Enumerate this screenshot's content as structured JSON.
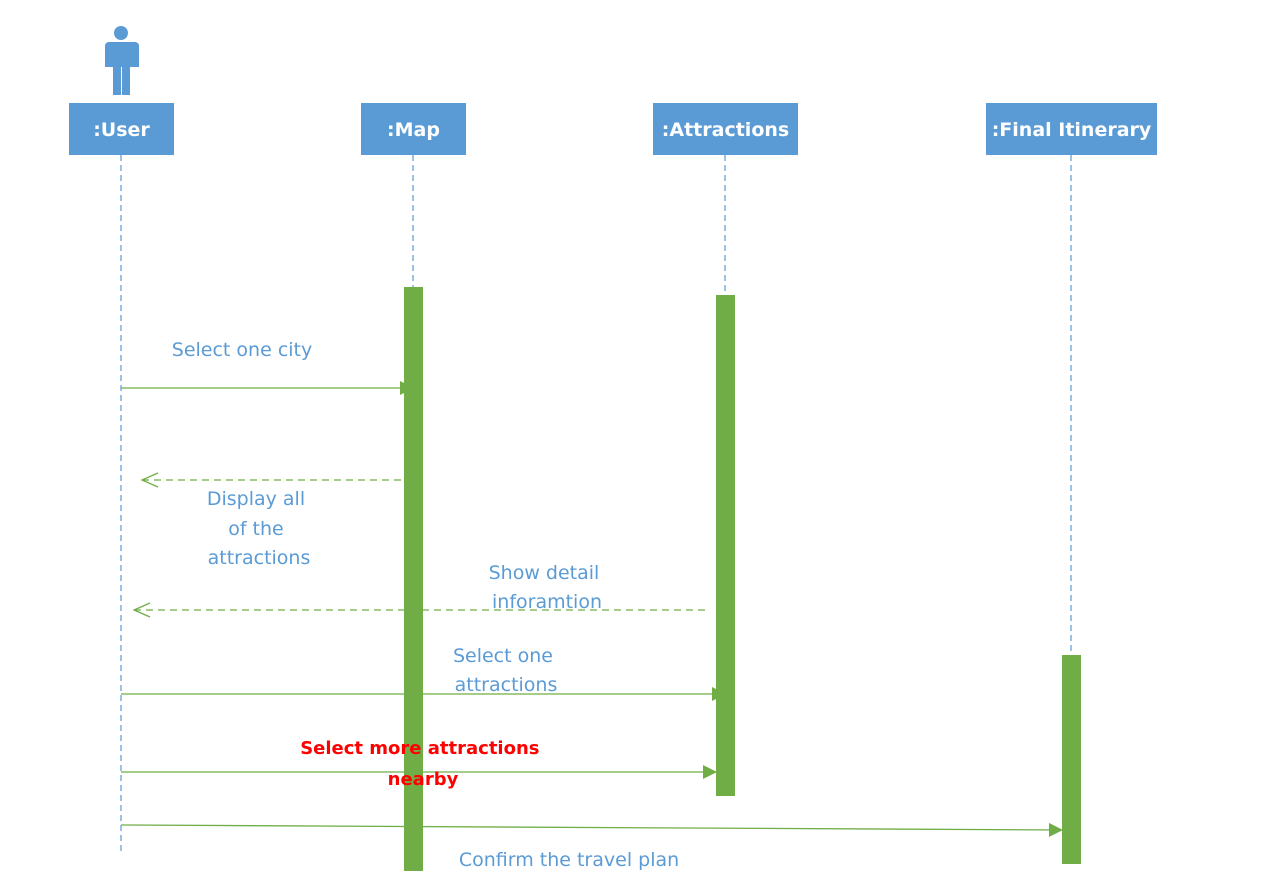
{
  "colors": {
    "header_fill": "#5b9bd5",
    "header_text": "#ffffff",
    "lifeline": "#5b9bd5",
    "activation": "#70ad47",
    "message_line": "#70ad47",
    "label_text": "#5b9bd5",
    "highlight_text": "#ff0000"
  },
  "actor": {
    "icon": "person-icon"
  },
  "lifelines": [
    {
      "id": "user",
      "label": ":User"
    },
    {
      "id": "map",
      "label": ":Map"
    },
    {
      "id": "attractions",
      "label": ":Attractions"
    },
    {
      "id": "final",
      "label": ":Final Itinerary"
    }
  ],
  "messages": [
    {
      "id": "m1",
      "from": "user",
      "to": "map",
      "kind": "sync",
      "lines": [
        "Select one city"
      ],
      "highlight": false
    },
    {
      "id": "m2",
      "from": "map",
      "to": "user",
      "kind": "return",
      "lines": [
        "Display all",
        "of the",
        "attractions"
      ],
      "highlight": false
    },
    {
      "id": "m3",
      "from": "attractions",
      "to": "user",
      "kind": "return",
      "lines": [
        "Show detail",
        "inforamtion"
      ],
      "highlight": false
    },
    {
      "id": "m4",
      "from": "user",
      "to": "attractions",
      "kind": "sync",
      "lines": [
        "Select one",
        "attractions"
      ],
      "highlight": false
    },
    {
      "id": "m5",
      "from": "user",
      "to": "attractions",
      "kind": "sync",
      "lines": [
        "Select more attractions",
        "nearby"
      ],
      "highlight": true
    },
    {
      "id": "m6",
      "from": "user",
      "to": "final",
      "kind": "sync",
      "lines": [
        "Confirm the travel plan"
      ],
      "highlight": false
    }
  ]
}
